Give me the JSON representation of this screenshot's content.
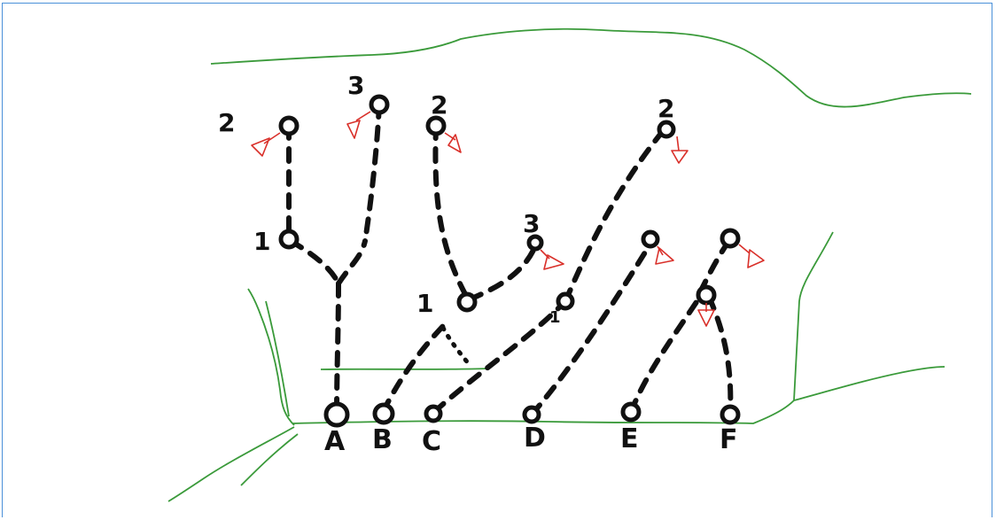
{
  "base_labels": [
    "A",
    "B",
    "C",
    "D",
    "E",
    "F"
  ],
  "branch_numbers": [
    "2",
    "3",
    "2",
    "2",
    "1",
    "3",
    "1",
    "1"
  ],
  "colors": {
    "line": "#111111",
    "ground": "#3a9a3a",
    "arrow": "#d9302a",
    "frame": "#4a90d9"
  }
}
